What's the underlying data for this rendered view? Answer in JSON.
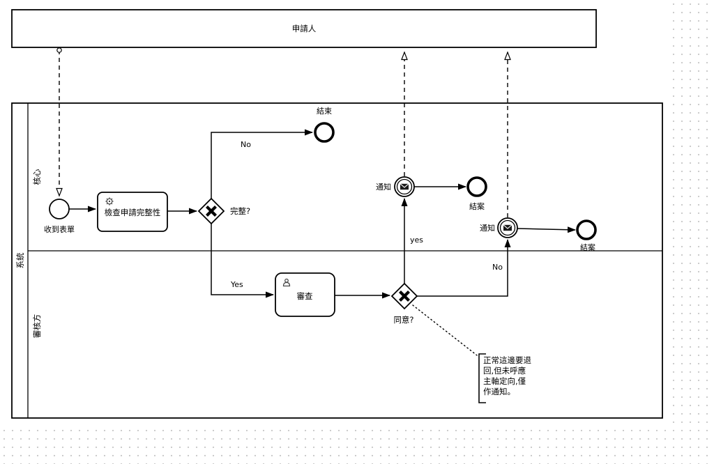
{
  "diagram": {
    "pool_applicant": {
      "label": "申請人"
    },
    "pool_system": {
      "label": "系統",
      "lane_core": {
        "label": "核心"
      },
      "lane_reviewer": {
        "label": "審核方"
      }
    },
    "nodes": {
      "start_event": {
        "label": "收到表單"
      },
      "task_check": {
        "label": "檢查申請完整性"
      },
      "gateway_complete": {
        "label": "完整?"
      },
      "end_event_top": {
        "label": "結束"
      },
      "task_review": {
        "label": "審查"
      },
      "gateway_agree": {
        "label": "同意?"
      },
      "notify_event_1": {
        "label": "通知"
      },
      "end_case_1": {
        "label": "結案"
      },
      "notify_event_2": {
        "label": "通知"
      },
      "end_case_2": {
        "label": "結案"
      }
    },
    "edge_labels": {
      "complete_no": "No",
      "complete_yes": "Yes",
      "agree_yes": "yes",
      "agree_no": "No"
    },
    "annotation": {
      "line1": "正常這邊要退",
      "line2": "回,但未呼應",
      "line3": "主軸定向,僅",
      "line4": "作通知。"
    },
    "colors": {
      "stroke": "#000000",
      "fill": "#ffffff",
      "grid_dot": "#c9c9c9"
    }
  }
}
